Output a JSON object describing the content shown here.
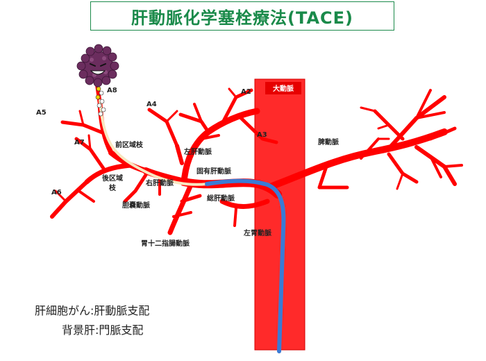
{
  "title": "肝動脈化学塞栓療法(TACE)",
  "aorta_label": "大動脈",
  "segments": {
    "A2": "A2",
    "A3": "A3",
    "A4": "A4",
    "A5": "A5",
    "A6": "A6",
    "A7": "A7",
    "A8": "A8"
  },
  "vessels": {
    "left_hepatic": "左肝動脈",
    "proper_hepatic": "固有肝動脈",
    "splenic": "脾動脈",
    "anterior_branch": "前区域枝",
    "posterior_branch_1": "後区域",
    "posterior_branch_2": "枝",
    "right_hepatic": "右肝動脈",
    "common_hepatic": "総肝動脈",
    "cystic": "胆嚢動脈",
    "left_gastric": "左胃動脈",
    "gastroduodenal": "胃十二指腸動脈"
  },
  "notes": {
    "line1": "肝細胞がん:肝動脈支配",
    "line2": "背景肝:門脈支配"
  },
  "colors": {
    "title": "#1a8a4a",
    "artery": "#ff0000",
    "aorta": "#ff2020",
    "catheter": "#3a7bd5",
    "route": "#f7e7c0",
    "tumor": "#6b2d5e"
  }
}
